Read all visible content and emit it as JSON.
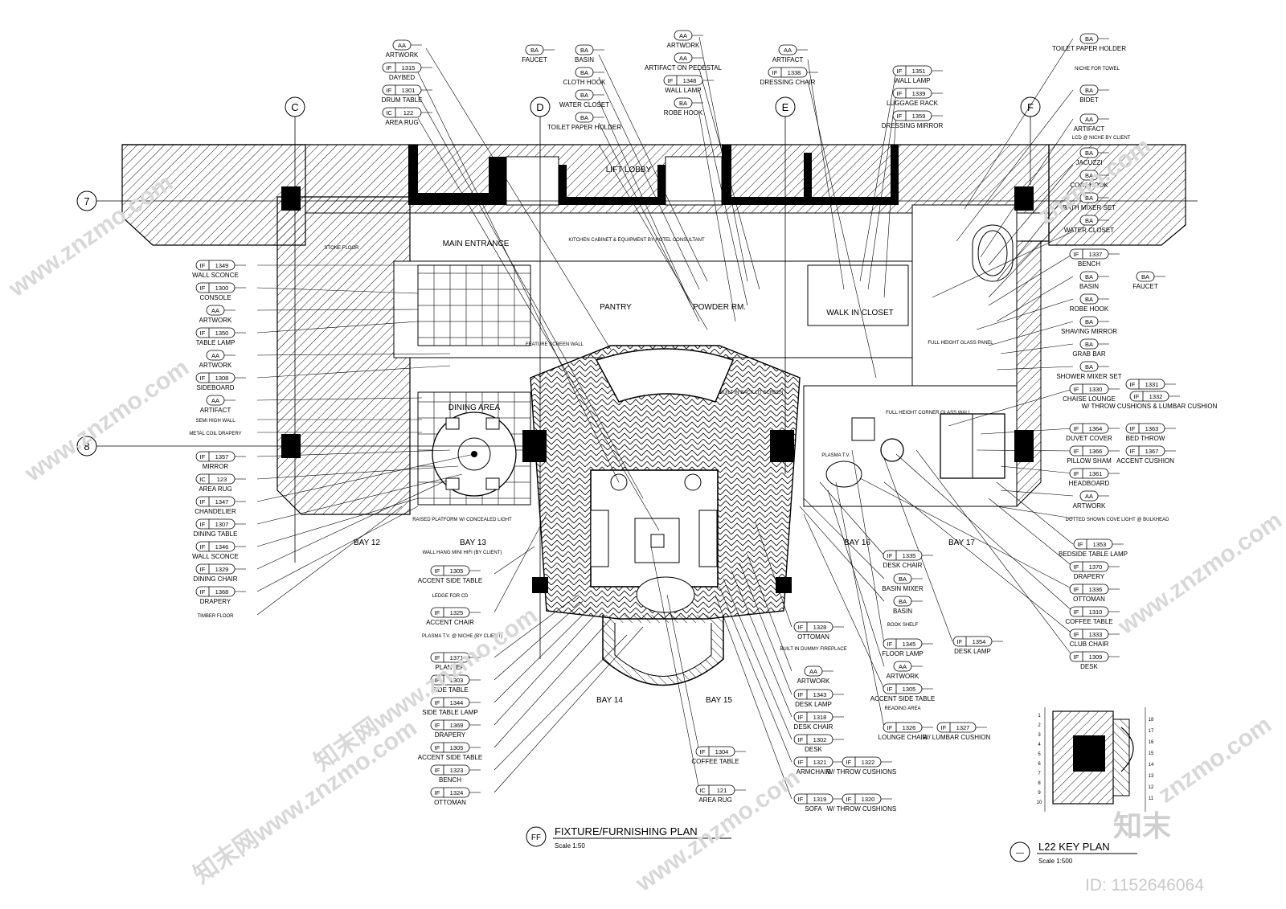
{
  "drawing": {
    "title": "FIXTURE/FURNISHING PLAN",
    "title_tag": "FF",
    "scale": "Scale 1:50",
    "key_plan_title": "L22 KEY PLAN",
    "key_plan_scale": "Scale 1:500",
    "key_plan_tag": "—",
    "brand": "知末",
    "id_text": "ID: 1152646064",
    "watermarks": [
      "www.znzmo.com",
      "知末网www.znzmo.com",
      "znzmo.com"
    ]
  },
  "grid_labels": {
    "columns": [
      "C",
      "D",
      "E",
      "F"
    ],
    "rows": [
      "7",
      "8"
    ]
  },
  "rooms": [
    "LIFT LOBBY",
    "MAIN ENTRANCE",
    "PANTRY",
    "POWDER RM.",
    "WALK IN CLOSET",
    "DINING AREA",
    "STONE FLOOR",
    "PLASMA T.V.",
    "FULL HEIGHT CORNER GLASS WALL",
    "FULL HEIGHT GLASS PANEL",
    "FEATURE SCREEN WALL",
    "KITCHEN CABINET & EQUIPMENT BY HOTEL CONSULTANT",
    "BUILT IN BACK LIT SCREEN"
  ],
  "bays": [
    "BAY 12",
    "BAY 13",
    "BAY 14",
    "BAY 15",
    "BAY 16",
    "BAY 17"
  ],
  "tags": {
    "top": [
      {
        "code": "AA",
        "label": "ARTWORK"
      },
      {
        "code": "IF 1315",
        "label": "DAYBED"
      },
      {
        "code": "IF 1301",
        "label": "DRUM TABLE"
      },
      {
        "code": "IC 122",
        "label": "AREA RUG"
      },
      {
        "code": "BA",
        "label": "FAUCET"
      },
      {
        "code": "BA",
        "label": "BASIN"
      },
      {
        "code": "BA",
        "label": "CLOTH HOOK"
      },
      {
        "code": "BA",
        "label": "WATER CLOSET"
      },
      {
        "code": "BA",
        "label": "TOILET PAPER HOLDER"
      },
      {
        "code": "AA",
        "label": "ARTWORK"
      },
      {
        "code": "AA",
        "label": "ARTIFACT ON PEDESTAL"
      },
      {
        "code": "IF 1348",
        "label": "WALL LAMP"
      },
      {
        "code": "BA",
        "label": "ROBE HOOK"
      },
      {
        "code": "AA",
        "label": "ARTIFACT"
      },
      {
        "code": "IF 1338",
        "label": "DRESSING CHAIR"
      },
      {
        "code": "IF 1351",
        "label": "WALL LAMP"
      },
      {
        "code": "IF 1339",
        "label": "LUGGAGE RACK"
      },
      {
        "code": "IF 1359",
        "label": "DRESSING MIRROR"
      }
    ],
    "left": [
      {
        "code": "IF 1349",
        "label": "WALL SCONCE"
      },
      {
        "code": "IF 1300",
        "label": "CONSOLE"
      },
      {
        "code": "AA",
        "label": "ARTWORK"
      },
      {
        "code": "IF 1350",
        "label": "TABLE LAMP"
      },
      {
        "code": "AA",
        "label": "ARTWORK"
      },
      {
        "code": "IF 1308",
        "label": "SIDEBOARD"
      },
      {
        "code": "AA",
        "label": "ARTIFACT"
      },
      {
        "code": "",
        "label": "SEMI HIGH WALL"
      },
      {
        "code": "",
        "label": "METAL COIL DRAPERY"
      },
      {
        "code": "IF 1357",
        "label": "MIRROR"
      },
      {
        "code": "IC 123",
        "label": "AREA RUG"
      },
      {
        "code": "IF 1347",
        "label": "CHANDELIER"
      },
      {
        "code": "IF 1307",
        "label": "DINING TABLE"
      },
      {
        "code": "IF 1346",
        "label": "WALL SCONCE"
      },
      {
        "code": "IF 1329",
        "label": "DINING CHAIR"
      },
      {
        "code": "IF 1368",
        "label": "DRAPERY"
      },
      {
        "code": "",
        "label": "TIMBER FLOOR"
      }
    ],
    "center": [
      {
        "code": "",
        "label": "RAISED PLATFORM W/ CONCEALED LIGHT"
      },
      {
        "code": "",
        "label": "WALL HANG MINI HIFI (BY CLIENT)"
      },
      {
        "code": "IF 1305",
        "label": "ACCENT SIDE TABLE"
      },
      {
        "code": "",
        "label": "LEDGE FOR CD"
      },
      {
        "code": "IF 1325",
        "label": "ACCENT CHAIR"
      },
      {
        "code": "",
        "label": "PLASMA T.V. @ NICHE (BY CLIENT)"
      },
      {
        "code": "IF 1371",
        "label": "PLANTER"
      },
      {
        "code": "IF 1303",
        "label": "SIDE TABLE"
      },
      {
        "code": "IF 1344",
        "label": "SIDE TABLE LAMP"
      },
      {
        "code": "IF 1369",
        "label": "DRAPERY"
      },
      {
        "code": "IF 1305",
        "label": "ACCENT SIDE TABLE"
      },
      {
        "code": "IF 1323",
        "label": "BENCH"
      },
      {
        "code": "IF 1324",
        "label": "OTTOMAN"
      },
      {
        "code": "IF 1304",
        "label": "COFFEE TABLE"
      },
      {
        "code": "IC 121",
        "label": "AREA RUG"
      }
    ],
    "center_right": [
      {
        "code": "IF 1328",
        "label": "OTTOMAN"
      },
      {
        "code": "",
        "label": "BUILT IN DUMMY FIREPLACE"
      },
      {
        "code": "AA",
        "label": "ARTWORK"
      },
      {
        "code": "IF 1343",
        "label": "DESK LAMP"
      },
      {
        "code": "IF 1318",
        "label": "DESK CHAIR"
      },
      {
        "code": "IF 1302",
        "label": "DESK"
      },
      {
        "code": "IF 1321",
        "label": "ARMCHAIR"
      },
      {
        "code": "IF 1319",
        "label": "SOFA"
      },
      {
        "code": "IF 1322",
        "label": "W/ THROW CUSHIONS"
      },
      {
        "code": "IF 1320",
        "label": "W/ THROW CUSHIONS"
      },
      {
        "code": "IF 1335",
        "label": "DESK CHAIR"
      },
      {
        "code": "BA",
        "label": "BASIN MIXER"
      },
      {
        "code": "BA",
        "label": "BASIN"
      },
      {
        "code": "",
        "label": "BOOK SHELF"
      },
      {
        "code": "IF 1345",
        "label": "FLOOR LAMP"
      },
      {
        "code": "AA",
        "label": "ARTWORK"
      },
      {
        "code": "IF 1305",
        "label": "ACCENT SIDE TABLE"
      },
      {
        "code": "",
        "label": "READING AREA"
      },
      {
        "code": "IF 1326",
        "label": "LOUNGE CHAIR"
      },
      {
        "code": "IF 1327",
        "label": "W/ LUMBAR CUSHION"
      },
      {
        "code": "IF 1354",
        "label": "DESK LAMP"
      }
    ],
    "right": [
      {
        "code": "BA",
        "label": "TOILET PAPER HOLDER"
      },
      {
        "code": "",
        "label": "NICHE FOR TOWEL"
      },
      {
        "code": "BA",
        "label": "BIDET"
      },
      {
        "code": "AA",
        "label": "ARTIFACT"
      },
      {
        "code": "",
        "label": "LCD @ NICHE BY CLIENT"
      },
      {
        "code": "BA",
        "label": "JACUZZI"
      },
      {
        "code": "BA",
        "label": "COAT HOOK"
      },
      {
        "code": "BA",
        "label": "BATH MIXER SET"
      },
      {
        "code": "BA",
        "label": "WATER CLOSET"
      },
      {
        "code": "IF 1337",
        "label": "BENCH"
      },
      {
        "code": "BA",
        "label": "BASIN"
      },
      {
        "code": "BA",
        "label": "FAUCET"
      },
      {
        "code": "BA",
        "label": "ROBE HOOK"
      },
      {
        "code": "BA",
        "label": "SHAVING MIRROR"
      },
      {
        "code": "BA",
        "label": "GRAB BAR"
      },
      {
        "code": "BA",
        "label": "SHOWER MIXER SET"
      },
      {
        "code": "IF 1330",
        "label": "CHAISE LOUNGE"
      },
      {
        "code": "IF 1331",
        "label": ""
      },
      {
        "code": "IF 1332",
        "label": "W/ THROW CUSHIONS & LUMBAR CUSHION"
      },
      {
        "code": "IF 1364",
        "label": "DUVET COVER"
      },
      {
        "code": "IF 1363",
        "label": "BED THROW"
      },
      {
        "code": "IF 1366",
        "label": "PILLOW SHAM"
      },
      {
        "code": "IF 1367",
        "label": "ACCENT CUSHION"
      },
      {
        "code": "IF 1361",
        "label": "HEADBOARD"
      },
      {
        "code": "AA",
        "label": "ARTWORK"
      },
      {
        "code": "",
        "label": "DOTTED SHOWN COVE LIGHT @ BULKHEAD"
      },
      {
        "code": "IF 1353",
        "label": "BEDSIDE TABLE LAMP"
      },
      {
        "code": "IF 1370",
        "label": "DRAPERY"
      },
      {
        "code": "IF 1336",
        "label": "OTTOMAN"
      },
      {
        "code": "IF 1310",
        "label": "COFFEE TABLE"
      },
      {
        "code": "IF 1333",
        "label": "CLUB CHAIR"
      },
      {
        "code": "IF 1309",
        "label": "DESK"
      }
    ]
  },
  "key_plan_numbers": [
    "1",
    "2",
    "3",
    "4",
    "5",
    "6",
    "7",
    "8",
    "9",
    "10",
    "11",
    "12",
    "13",
    "14",
    "15",
    "16",
    "17",
    "18"
  ]
}
